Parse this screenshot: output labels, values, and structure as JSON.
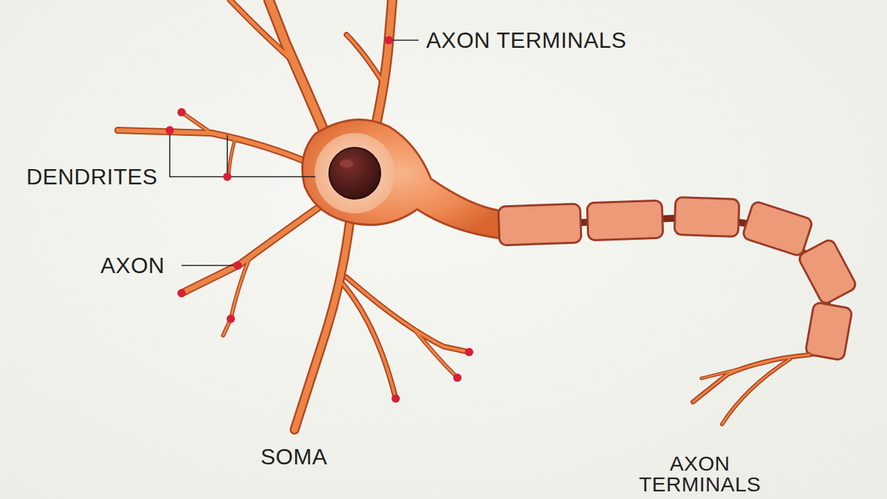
{
  "diagram": {
    "labels": [
      "AXON TERMINALS",
      "DENDRITES",
      "AXON",
      "SOMA",
      "AXON TERMINALS"
    ]
  }
}
